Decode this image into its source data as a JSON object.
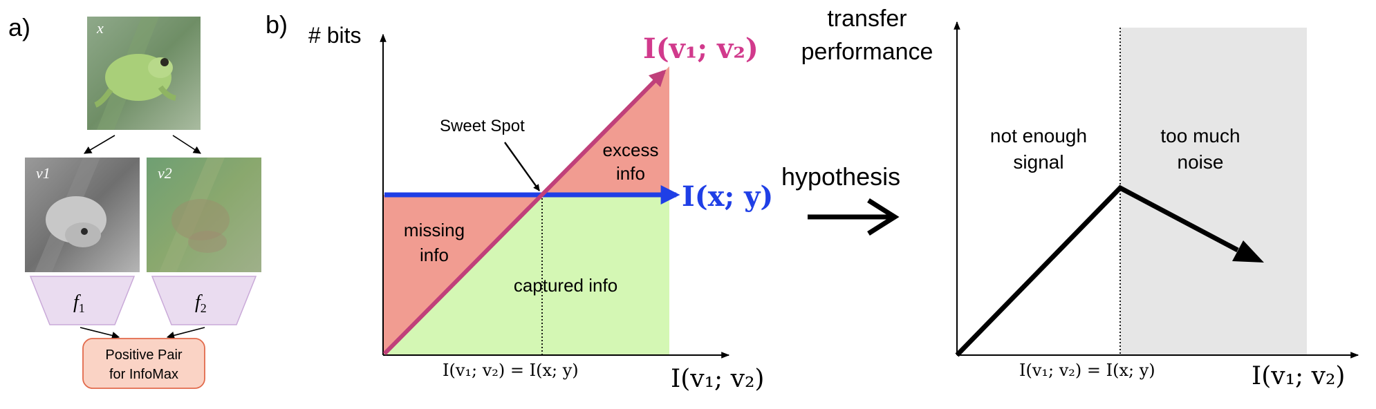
{
  "panel_a": {
    "label": "a)",
    "image_x_label": "x",
    "view1_label": "v1",
    "view2_label": "v2",
    "f1_label": "f",
    "f1_sub": "1",
    "f2_label": "f",
    "f2_sub": "2",
    "pair_line1": "Positive Pair",
    "pair_line2": "for InfoMax"
  },
  "panel_b": {
    "label": "b)",
    "y_axis_label": "# bits",
    "diag_label": "I(v₁; v₂)",
    "horiz_label": "I(x; y)",
    "x_axis_label": "I(v₁; v₂)",
    "sweet_spot": "Sweet Spot",
    "excess_line1": "excess",
    "excess_line2": "info",
    "missing_line1": "missing",
    "missing_line2": "info",
    "captured": "captured info",
    "equality": "I(v₁; v₂) = I(x; y)"
  },
  "hypothesis": "hypothesis",
  "panel_c": {
    "y_axis_line1": "transfer",
    "y_axis_line2": "performance",
    "left_line1": "not enough",
    "left_line2": "signal",
    "right_line1": "too much",
    "right_line2": "noise",
    "equality": "I(v₁; v₂) = I(x; y)",
    "x_axis_label": "I(v₁; v₂)"
  },
  "colors": {
    "magenta": "#c0407a",
    "magenta_text": "#d13a8c",
    "blue": "#1f3fe6",
    "red_region": "#f19c91",
    "green_region": "#d4f7b4",
    "gray_region": "#e6e6e6",
    "encoder_fill": "#eadcf0",
    "encoder_stroke": "#c9a9d8",
    "pair_fill": "#fad3c5",
    "pair_stroke": "#e26a4b"
  }
}
